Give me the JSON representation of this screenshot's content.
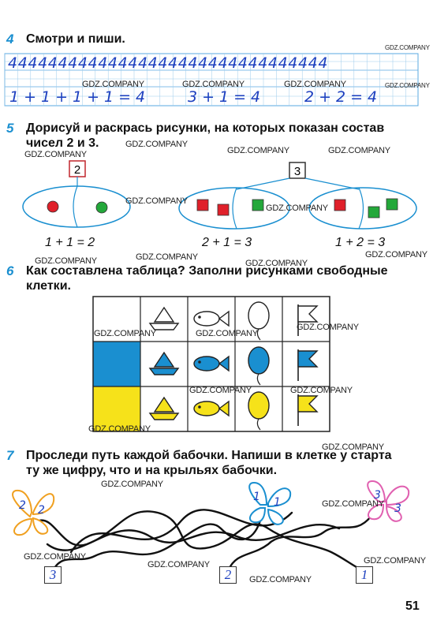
{
  "task4": {
    "number": "4",
    "text": "Смотри и пиши.",
    "row1": "44444444444444444444444444444444",
    "expr1": "1+1+1+1=4",
    "expr2": "3+1=4",
    "expr3": "2+2=4"
  },
  "task5": {
    "number": "5",
    "line1": "Дорисуй и раскрась рисунки, на которых показан состав",
    "line2": "чисел 2 и 3.",
    "box_a": "2",
    "box_b": "3",
    "eq1": "1 + 1 = 2",
    "eq2": "2 + 1 = 3",
    "eq3": "1 + 2 = 3"
  },
  "task6": {
    "number": "6",
    "line1": "Как составлена таблица? Заполни рисунками свободные",
    "line2": "клетки."
  },
  "task7": {
    "number": "7",
    "line1": "Проследи путь каждой бабочки. Напиши в клетке у старта",
    "line2": "ту же цифру, что и на крыльях бабочки.",
    "b1_left": "2",
    "b1_right": "2",
    "b2_left": "1",
    "b2_right": "1",
    "b3_left": "3",
    "b3_right": "3",
    "start1": "3",
    "start2": "2",
    "start3": "1"
  },
  "watermark": "GDZ.COMPANY",
  "page_number": "51",
  "colors": {
    "blue": "#1a8fd0",
    "yellow": "#f6e21a",
    "red": "#e0202a",
    "green": "#23a83a",
    "ellipse": "#1a8fd0"
  }
}
